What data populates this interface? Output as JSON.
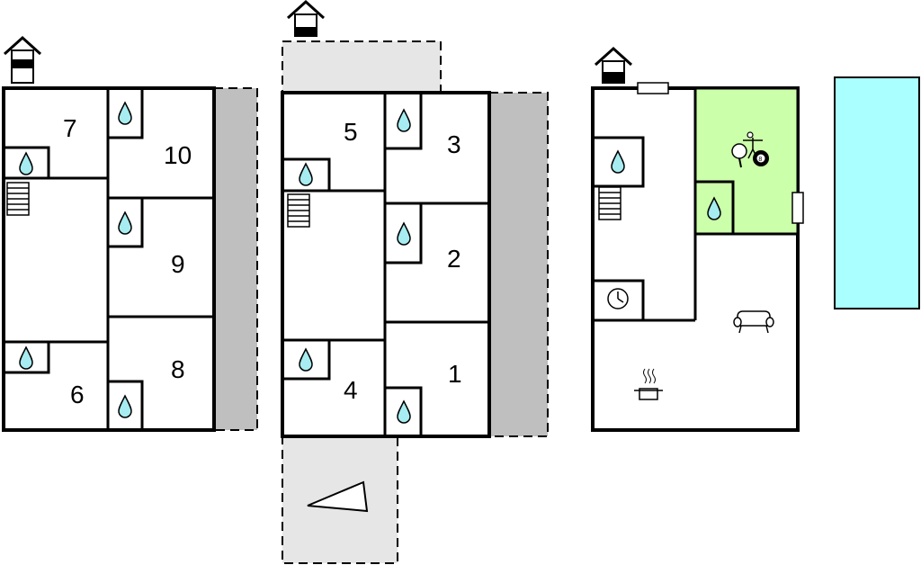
{
  "floorplan": {
    "rooms": [
      {
        "id": "room-1",
        "label": "1"
      },
      {
        "id": "room-2",
        "label": "2"
      },
      {
        "id": "room-3",
        "label": "3"
      },
      {
        "id": "room-4",
        "label": "4"
      },
      {
        "id": "room-5",
        "label": "5"
      },
      {
        "id": "room-6",
        "label": "6"
      },
      {
        "id": "room-7",
        "label": "7"
      },
      {
        "id": "room-8",
        "label": "8"
      },
      {
        "id": "room-9",
        "label": "9"
      },
      {
        "id": "room-10",
        "label": "10"
      }
    ],
    "icons": [
      "house-entrance-icon",
      "water-drop-icon",
      "stairs-icon",
      "clock-icon",
      "sofa-icon",
      "cooking-pot-icon",
      "table-tennis-icon",
      "billiard-ball-icon",
      "window-icon"
    ],
    "colors": {
      "terrace_light": "#e6e6e6",
      "terrace_dark": "#bfbfbf",
      "game_room": "#ccffaa",
      "pool": "#aaffff",
      "water_drop": "#a6ecf0"
    }
  }
}
